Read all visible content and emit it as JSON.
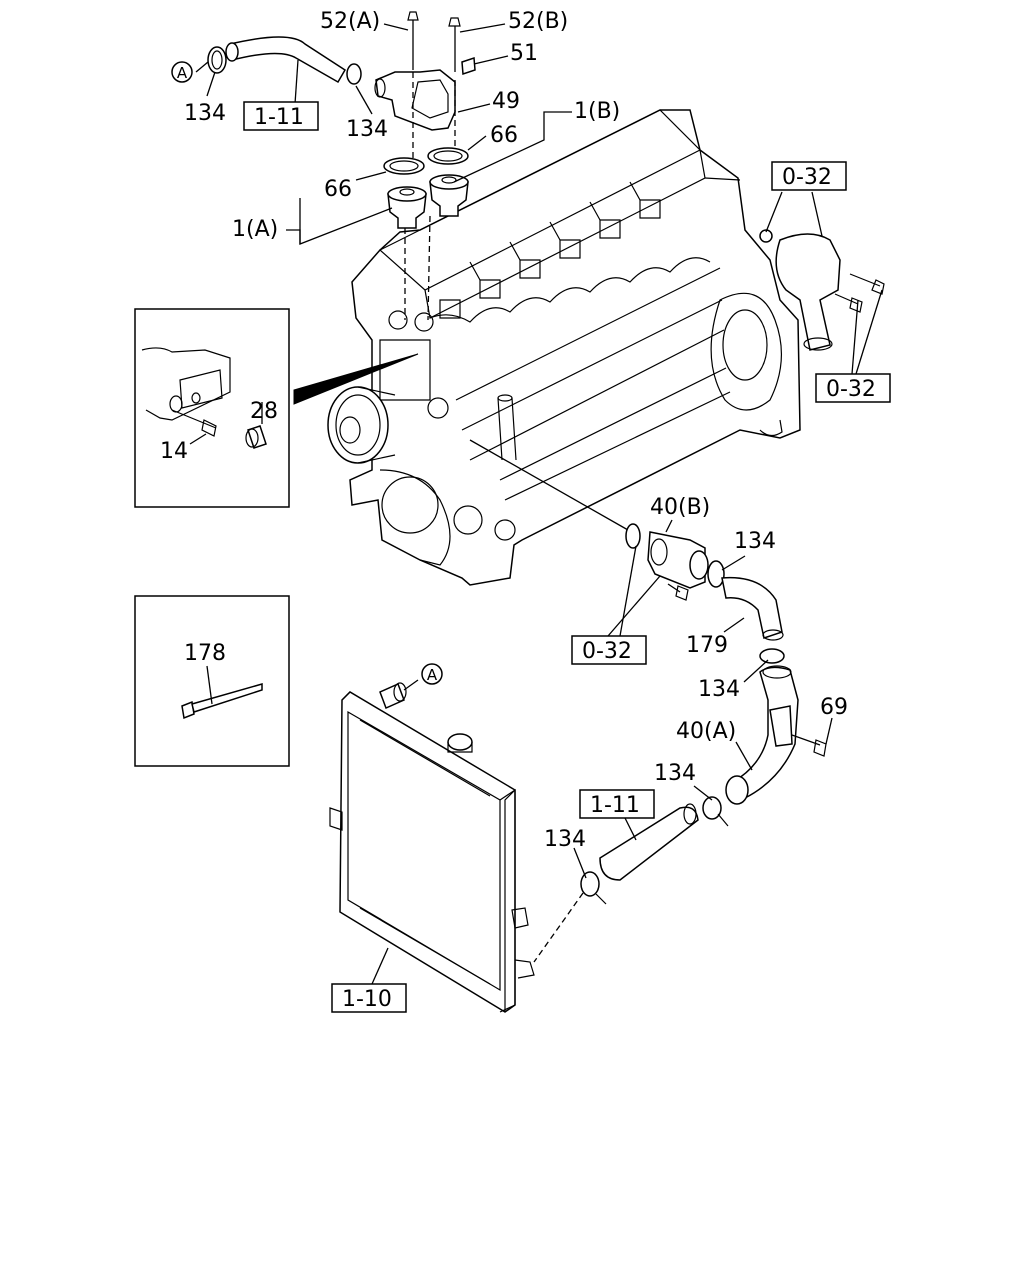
{
  "callouts": {
    "c52a": "52(A)",
    "c52b": "52(B)",
    "c51": "51",
    "c49": "49",
    "c66a": "66",
    "c66b": "66",
    "c1b": "1(B)",
    "c1a": "1(A)",
    "c134a": "134",
    "c134b": "134",
    "c134c": "134",
    "c134d": "134",
    "c134e": "134",
    "c134f": "134",
    "c28": "28",
    "c14": "14",
    "c40b": "40(B)",
    "c179": "179",
    "c40a": "40(A)",
    "c69": "69",
    "c178": "178"
  },
  "refs": {
    "r111a": "1-11",
    "r111b": "1-11",
    "r032a": "0-32",
    "r032b": "0-32",
    "r032c": "0-32",
    "r110": "1-10"
  },
  "markers": {
    "a1": "A",
    "a2": "A"
  }
}
